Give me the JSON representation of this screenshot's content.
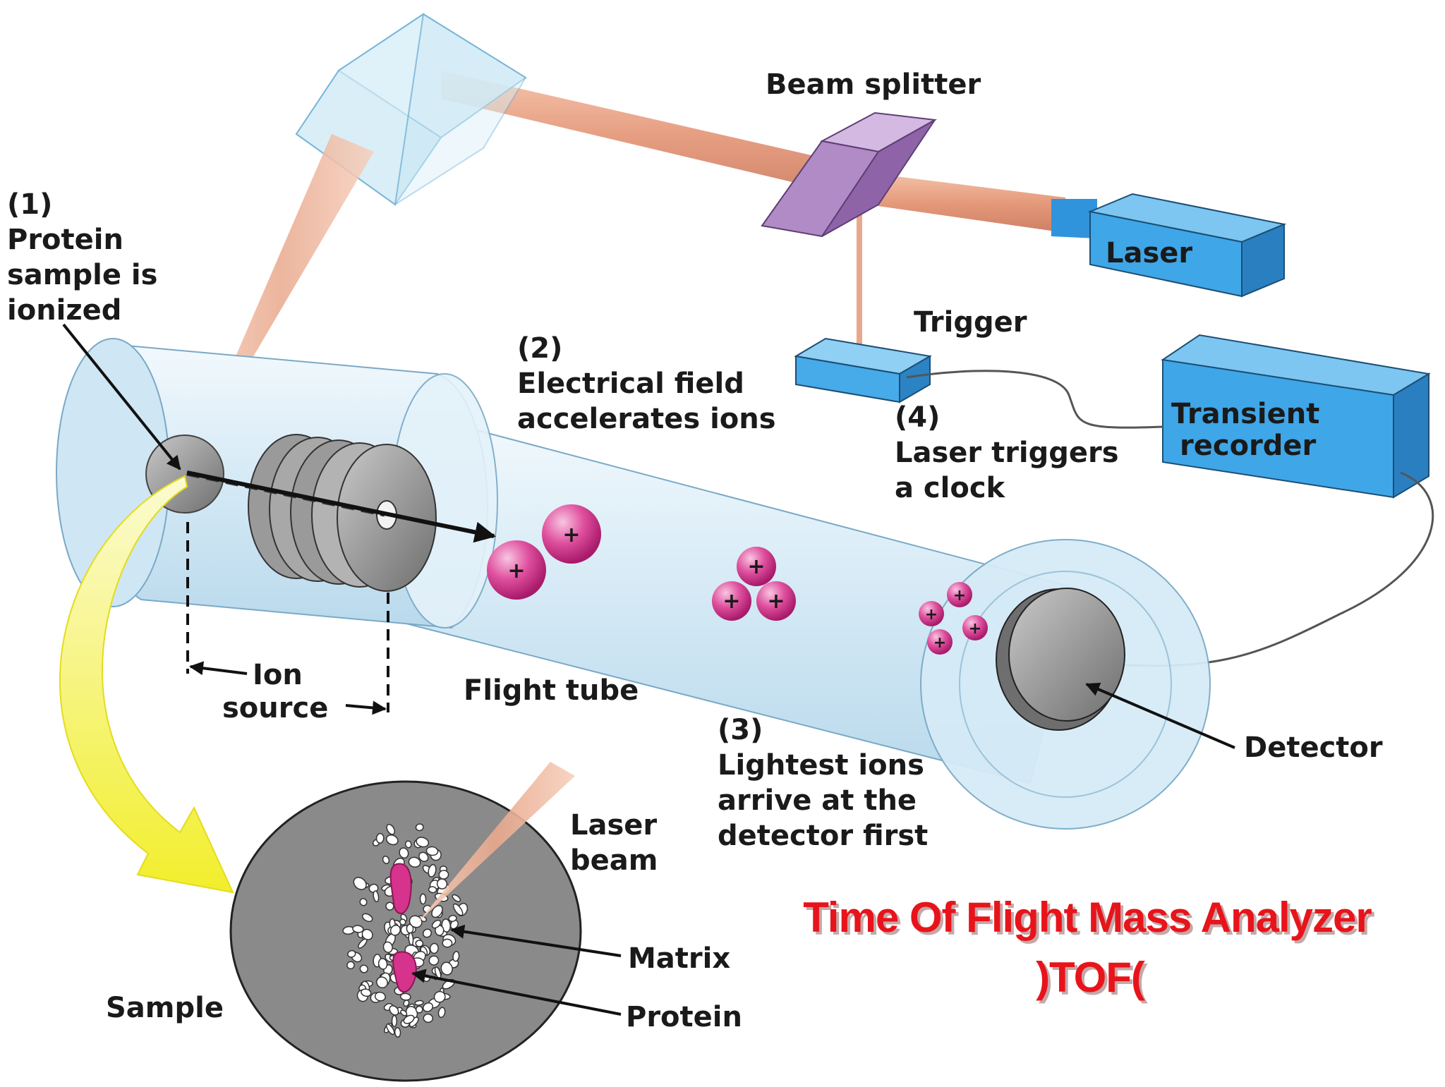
{
  "labels": {
    "step1": [
      "(1)",
      "Protein",
      "sample is",
      "ionized"
    ],
    "step2": [
      "(2)",
      "Electrical field",
      "accelerates ions"
    ],
    "step3": [
      "(3)",
      "Lightest ions",
      "arrive at the",
      "detector first"
    ],
    "step4": [
      "(4)",
      "Laser triggers",
      "a clock"
    ],
    "beam_splitter": "Beam splitter",
    "laser": "Laser",
    "trigger": "Trigger",
    "transient_recorder": [
      "Transient",
      "recorder"
    ],
    "ion_source": [
      "Ion",
      "source"
    ],
    "flight_tube": "Flight tube",
    "detector": "Detector",
    "laser_beam": [
      "Laser",
      "beam"
    ],
    "matrix": "Matrix",
    "protein": "Protein",
    "sample": "Sample"
  },
  "title": {
    "line1": "Time Of Flight Mass Analyzer",
    "line2": ")TOF("
  },
  "ion_symbol": "+",
  "colors": {
    "tube": "#d6eaf6",
    "laser_beam": "#e8a082",
    "ion": "#d6338c",
    "box": "#3fa6e8",
    "prism": "#c4e6f4",
    "splitter": "#b591c9",
    "arrow": "#f2ef3c",
    "title": "#e8141b"
  }
}
